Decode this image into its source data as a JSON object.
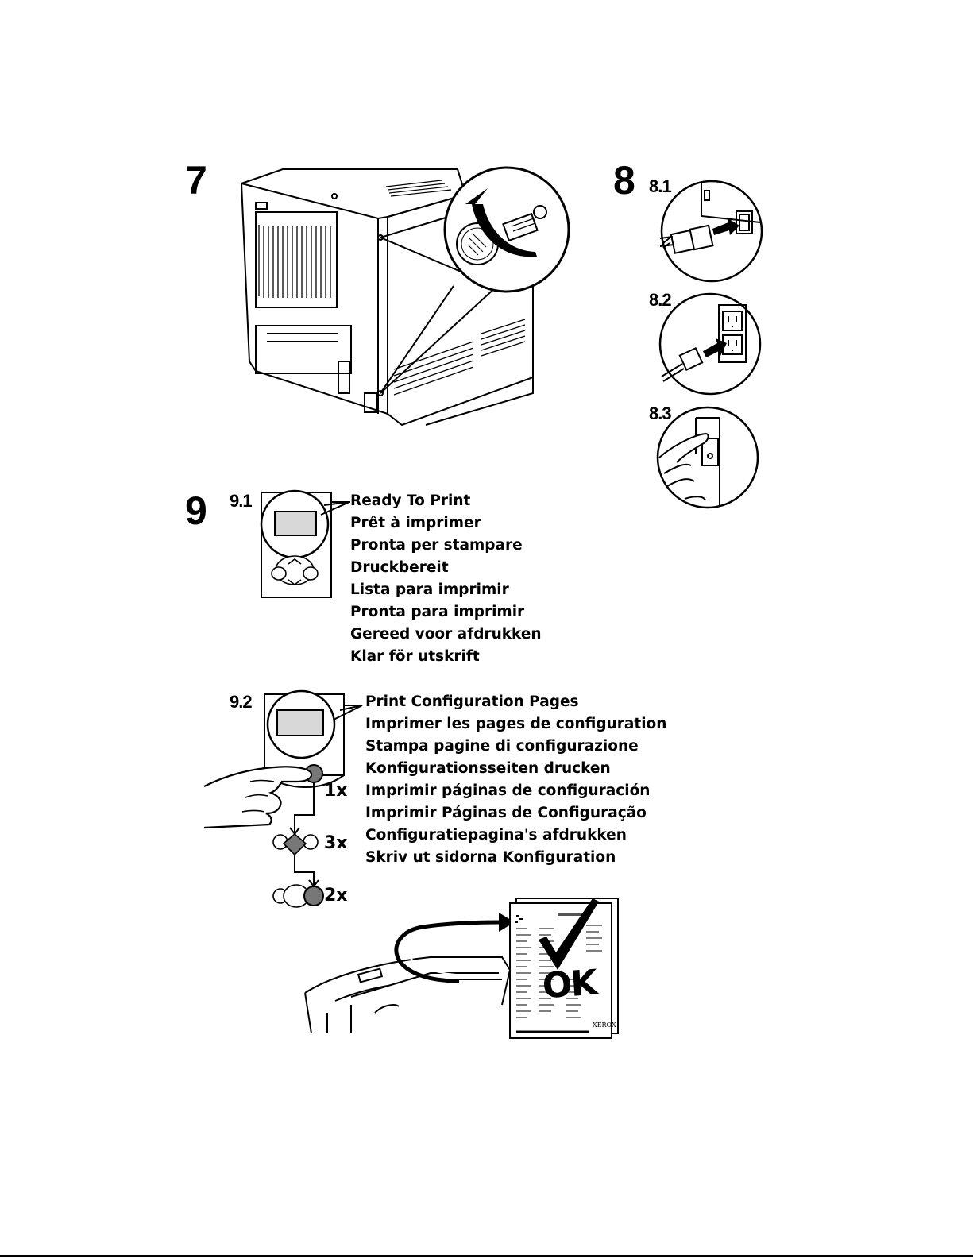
{
  "steps": {
    "s7": "7",
    "s8": "8",
    "s9": "9"
  },
  "substeps": {
    "s8_1": "8.1",
    "s8_2": "8.2",
    "s8_3": "8.3",
    "s9_1": "9.1",
    "s9_2": "9.2"
  },
  "ready_messages": [
    "Ready To Print",
    "Prêt à imprimer",
    "Pronta per stampare",
    "Druckbereit",
    "Lista para imprimir",
    "Pronta para imprimir",
    "Gereed voor afdrukken",
    "Klar för utskrift"
  ],
  "config_messages": [
    "Print Configuration Pages",
    "Imprimer les pages de configuration",
    "Stampa pagine di configurazione",
    "Konfigurationsseiten drucken",
    "Imprimir páginas de configuración",
    "Imprimir Páginas de Configuração",
    "Configuratiepagina's afdrukken",
    "Skriv ut sidorna Konfiguration"
  ],
  "press_counts": {
    "ok_first": "1x",
    "down": "3x",
    "ok_second": "2x"
  },
  "result": {
    "ok_label": "OK",
    "brand": "XEROX"
  }
}
